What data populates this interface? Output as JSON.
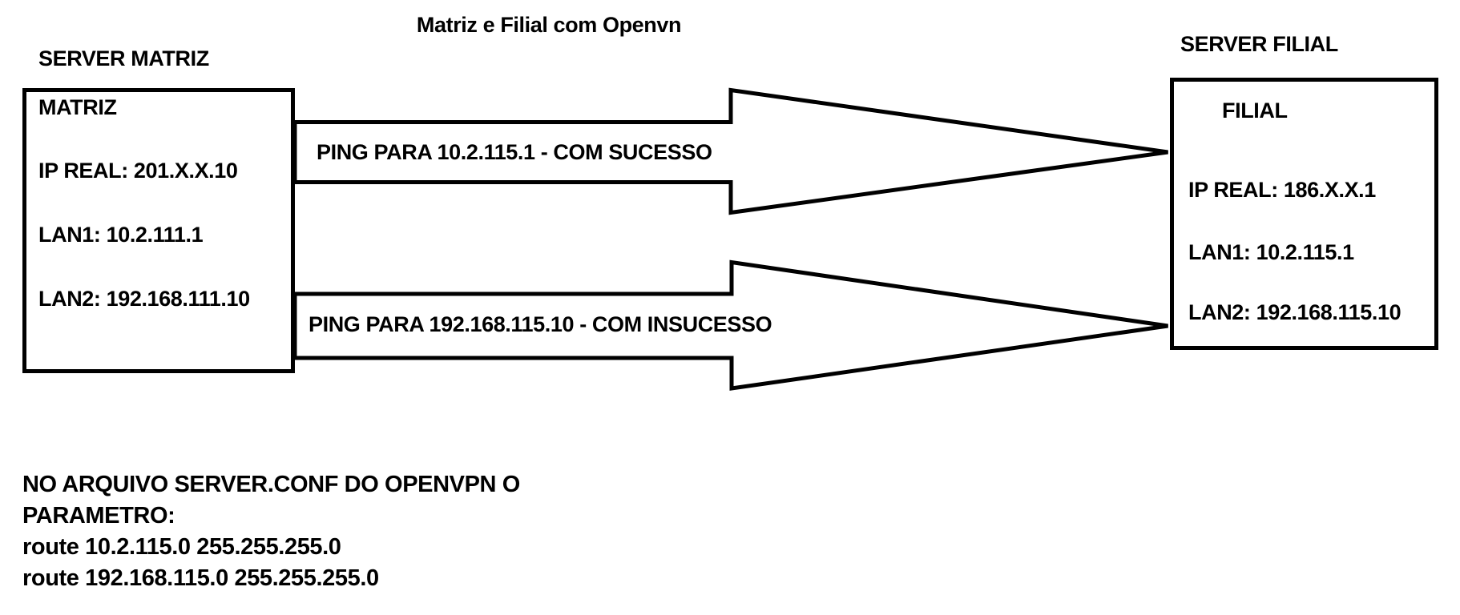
{
  "title": "Matriz e Filial com Openvn",
  "matriz": {
    "heading": "SERVER MATRIZ",
    "name": "MATRIZ",
    "ip_real": "IP REAL: 201.X.X.10",
    "lan1": "LAN1: 10.2.111.1",
    "lan2": "LAN2: 192.168.111.10"
  },
  "filial": {
    "heading": "SERVER FILIAL",
    "name": "FILIAL",
    "ip_real": "IP REAL: 186.X.X.1",
    "lan1": "LAN1: 10.2.115.1",
    "lan2": "LAN2: 192.168.115.10"
  },
  "arrows": {
    "success_label": "PING PARA 10.2.115.1 - COM SUCESSO",
    "failure_label": "PING PARA 192.168.115.10 - COM INSUCESSO"
  },
  "note": {
    "lines": [
      "NO ARQUIVO SERVER.CONF DO OPENVPN O",
      "PARAMETRO:",
      "route 10.2.115.0 255.255.255.0",
      "route 192.168.115.0 255.255.255.0"
    ]
  },
  "colors": {
    "stroke": "#000000",
    "background": "#ffffff",
    "text": "#000000"
  }
}
